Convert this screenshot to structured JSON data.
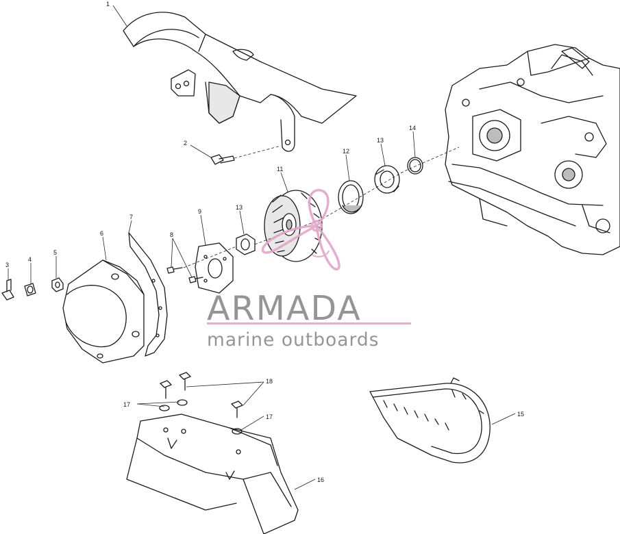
{
  "diagram": {
    "callouts": [
      {
        "id": "c1",
        "label": "1"
      },
      {
        "id": "c2",
        "label": "2"
      },
      {
        "id": "c3",
        "label": "3"
      },
      {
        "id": "c4",
        "label": "4"
      },
      {
        "id": "c5",
        "label": "5"
      },
      {
        "id": "c6",
        "label": "6"
      },
      {
        "id": "c7",
        "label": "7"
      },
      {
        "id": "c8",
        "label": "8"
      },
      {
        "id": "c9",
        "label": "9"
      },
      {
        "id": "c11",
        "label": "11"
      },
      {
        "id": "c12",
        "label": "12"
      },
      {
        "id": "c13a",
        "label": "13"
      },
      {
        "id": "c13b",
        "label": "13"
      },
      {
        "id": "c14",
        "label": "14"
      },
      {
        "id": "c15",
        "label": "15"
      },
      {
        "id": "c16",
        "label": "16"
      },
      {
        "id": "c17a",
        "label": "17"
      },
      {
        "id": "c17b",
        "label": "17"
      },
      {
        "id": "c18",
        "label": "18"
      }
    ]
  },
  "watermark": {
    "brand": "ARMADA",
    "tagline": "marine outboards",
    "accent_color": "#e3a6c8",
    "text_color": "#8a8a8a"
  }
}
